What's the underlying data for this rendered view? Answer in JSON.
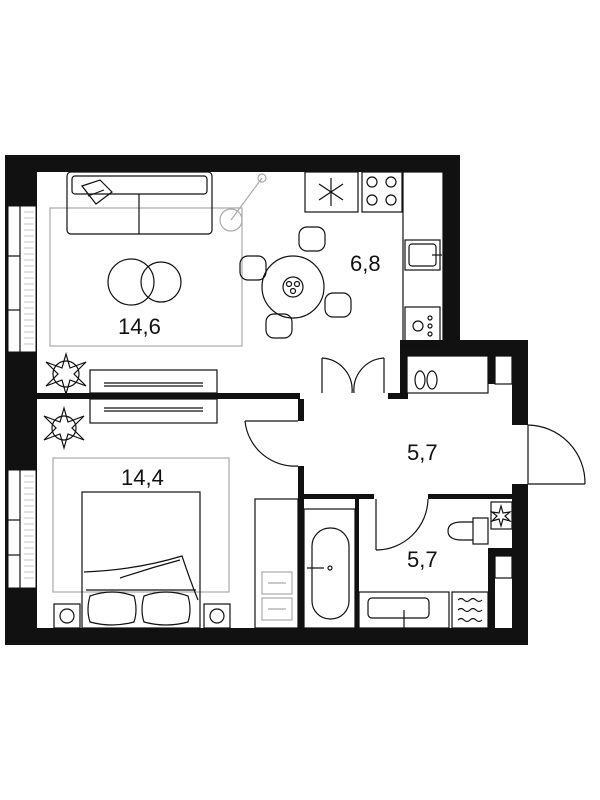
{
  "rooms": {
    "living_area": "14,6",
    "kitchen_area": "6,8",
    "bedroom_area": "14,4",
    "hall_area": "5,7",
    "bathroom_area": "5,7"
  },
  "icons": [
    "sofa-icon",
    "floor-lamp-icon",
    "coffee-table-icon",
    "dining-table-icon",
    "chair-icon",
    "fridge-icon",
    "stove-icon",
    "sink-icon",
    "washing-machine-icon",
    "plant-icon",
    "wardrobe-icon",
    "bed-icon",
    "pillow-icon",
    "nightstand-icon",
    "bathtub-icon",
    "toilet-icon",
    "towel-rail-icon",
    "shoes-icon",
    "door-icon",
    "window-icon"
  ],
  "colors": {
    "wall": "#111111",
    "furniture_line": "#111111",
    "rug_line": "#a9a9a9",
    "background": "#ffffff"
  }
}
